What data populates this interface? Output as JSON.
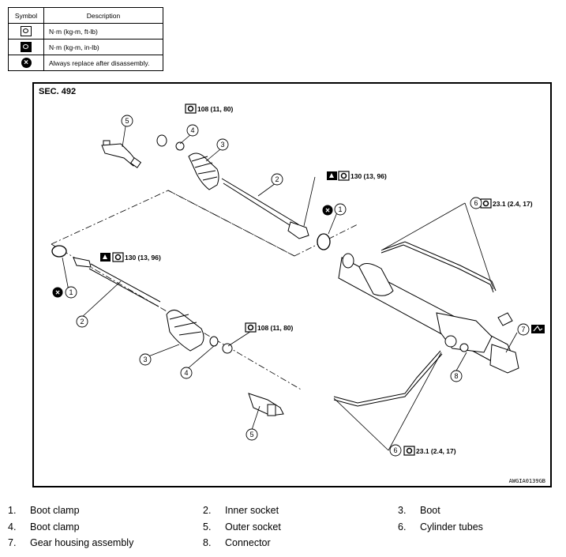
{
  "legend": {
    "col_symbol": "Symbol",
    "col_description": "Description",
    "rows": [
      {
        "icon": "torque-wrench-icon",
        "text": "N·m (kg-m, ft-lb)"
      },
      {
        "icon": "torque-wrench-inlb-icon",
        "text": "N·m (kg-m, in-lb)"
      },
      {
        "icon": "replace-part-icon",
        "text": "Always replace after disassembly."
      }
    ]
  },
  "diagram": {
    "section": "SEC. 492",
    "code": "AWGIA0139GB",
    "torques": {
      "t108_top": "108 (11, 80)",
      "t130_top": "130 (13, 96)",
      "t130_left": "130 (13, 96)",
      "t108_bottom": "108 (11, 80)",
      "t23_top": "23.1 (2.4, 17)",
      "t23_bottom": "23.1 (2.4, 17)"
    },
    "callouts": {
      "c5a": "5",
      "c4a": "4",
      "c3a": "3",
      "c2a": "2",
      "c1a": "1",
      "c6a": "6",
      "c7": "7",
      "c8": "8",
      "c1b": "1",
      "c2b": "2",
      "c3b": "3",
      "c4b": "4",
      "c5b": "5",
      "c6b": "6"
    },
    "replace_mark": "×"
  },
  "parts": [
    [
      {
        "n": "1.",
        "t": "Boot clamp"
      },
      {
        "n": "2.",
        "t": "Inner socket"
      },
      {
        "n": "3.",
        "t": "Boot"
      }
    ],
    [
      {
        "n": "4.",
        "t": "Boot clamp"
      },
      {
        "n": "5.",
        "t": "Outer socket"
      },
      {
        "n": "6.",
        "t": "Cylinder tubes"
      }
    ],
    [
      {
        "n": "7.",
        "t": "Gear housing assembly"
      },
      {
        "n": "8.",
        "t": "Connector"
      }
    ]
  ]
}
